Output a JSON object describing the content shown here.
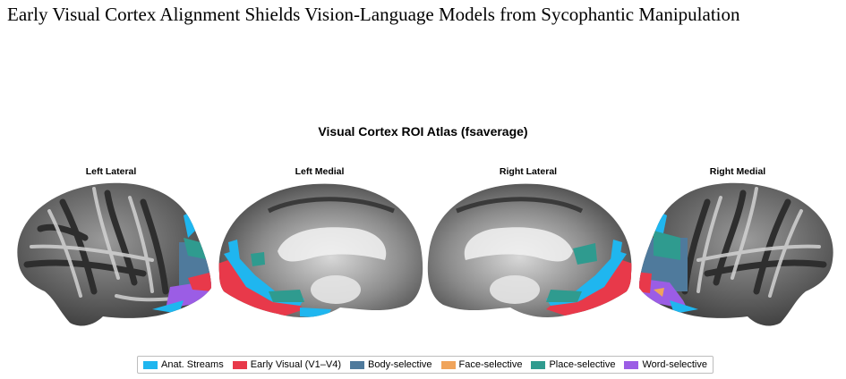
{
  "paper": {
    "title": "Early Visual Cortex Alignment Shields Vision-Language Models from Sycophantic Manipulation"
  },
  "figure": {
    "title": "Visual Cortex ROI Atlas (fsaverage)",
    "panels": [
      {
        "label": "Left Lateral"
      },
      {
        "label": "Left Medial"
      },
      {
        "label": "Right Lateral"
      },
      {
        "label": "Right Medial"
      }
    ],
    "legend": [
      {
        "label": "Anat. Streams",
        "color": "#1fb6ef"
      },
      {
        "label": "Early Visual (V1–V4)",
        "color": "#e8394a"
      },
      {
        "label": "Body-selective",
        "color": "#4f7a9c"
      },
      {
        "label": "Face-selective",
        "color": "#f0a45b"
      },
      {
        "label": "Place-selective",
        "color": "#2f9b8f"
      },
      {
        "label": "Word-selective",
        "color": "#9b5de5"
      }
    ]
  }
}
